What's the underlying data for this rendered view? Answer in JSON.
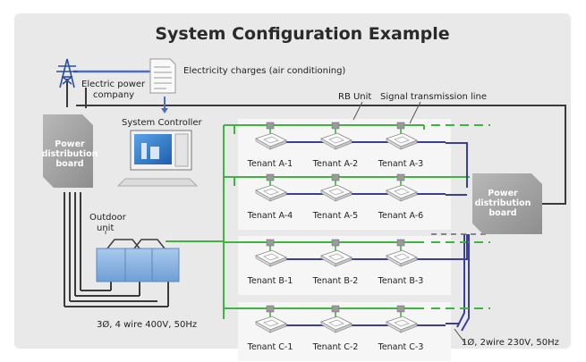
{
  "title": "System Configuration Example",
  "labels": {
    "electric_company": [
      "Electric power",
      "company"
    ],
    "electricity_charges": "Electricity charges (air conditioning)",
    "rb_unit": "RB Unit",
    "signal_line": "Signal transmission line",
    "system_controller": "System Controller",
    "power_board_left": [
      "Power",
      "distribution",
      "board"
    ],
    "power_board_right": [
      "Power",
      "distribution",
      "board"
    ],
    "outdoor_unit": [
      "Outdoor",
      "unit"
    ],
    "supply_3phase": "3Ø, 4 wire 400V, 50Hz",
    "supply_1phase": "1Ø, 2wire 230V, 50Hz"
  },
  "tenant_groups": [
    {
      "tenants": [
        "Tenant A-1",
        "Tenant A-2",
        "Tenant A-3"
      ]
    },
    {
      "tenants": [
        "Tenant A-4",
        "Tenant A-5",
        "Tenant A-6"
      ]
    },
    {
      "tenants": [
        "Tenant B-1",
        "Tenant B-2",
        "Tenant B-3"
      ]
    },
    {
      "tenants": [
        "Tenant C-1",
        "Tenant C-2",
        "Tenant C-3"
      ]
    }
  ],
  "colors": {
    "background": "#e9e9e9",
    "power_line": "#3a3a3a",
    "refrigerant_line": "#3fb53f",
    "signal_line": "#3a3f9a",
    "supply_line": "#4a6fc4",
    "board": "#a0a0a0"
  }
}
